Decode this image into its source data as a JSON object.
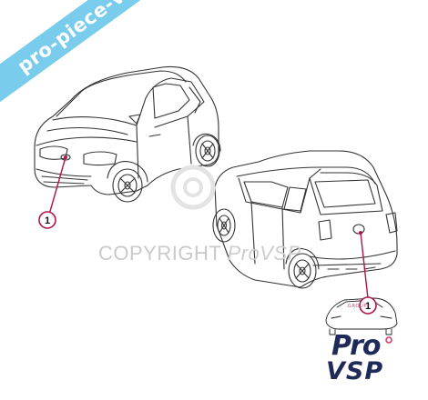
{
  "watermark": {
    "banner_text": "pro-piece-vsp.com",
    "banner_color": "#6ec8ea",
    "copyright_prefix": "COPYRIGHT ",
    "copyright_brand": "ProVSP"
  },
  "callouts": [
    {
      "label": "1",
      "target": "front-badge"
    },
    {
      "label": "1",
      "target": "rear-badge"
    }
  ],
  "callout_color": "#b0144e",
  "logo": {
    "group_text": "GROUP",
    "pro_text": "Pro",
    "vsp_text": "VSP",
    "brand_color": "#1f2a59",
    "accent_color": "#d43c6d"
  }
}
